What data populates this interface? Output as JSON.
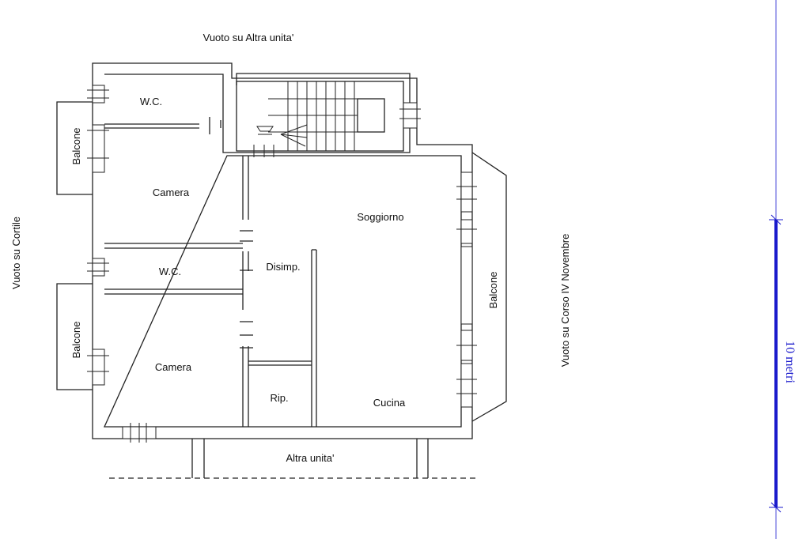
{
  "colors": {
    "wall": "#222222",
    "scale_bar": "#1a1acc",
    "scale_line": "#4a4ad8"
  },
  "labels": {
    "top_void": "Vuoto su Altra unita'",
    "left_void": "Vuoto su Cortile",
    "right_void": "Vuoto su Corso IV Novembre",
    "bottom_unit": "Altra unita'",
    "wc_top": "W.C.",
    "wc_mid": "W.C.",
    "camera_top": "Camera",
    "camera_bottom": "Camera",
    "balcone_top": "Balcone",
    "balcone_bottom": "Balcone",
    "balcone_right": "Balcone",
    "soggiorno": "Soggiorno",
    "disimp": "Disimp.",
    "rip": "Rip.",
    "cucina": "Cucina"
  },
  "scale": {
    "label": "10 metri"
  }
}
